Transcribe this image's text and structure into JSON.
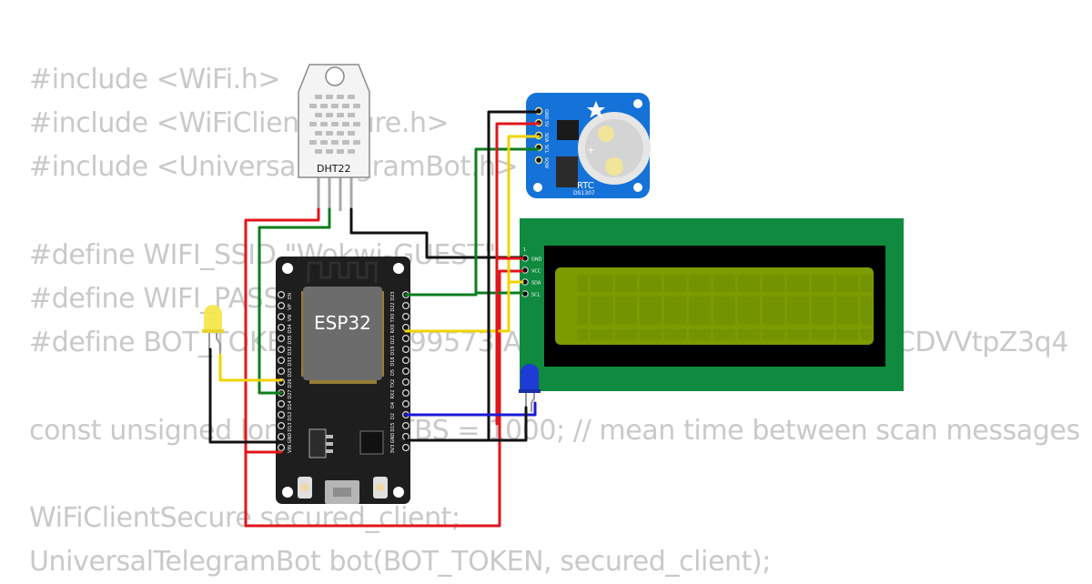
{
  "code_lines": [
    "#include <WiFi.h>",
    "#include <WiFiClientSecure.h>",
    "#include <UniversalTelegramBot.h>",
    "",
    "#define WIFI_SSID \"Wokwi-GUEST\"",
    "#define WIFI_PASSWORD \"\"",
    "#define BOT_TOKEN \"6189199573:AAEOrVQOG1l5hNmZbtsZm7CDVVtpZ3q4",
    "",
    "const unsigned long BOT_MTBS = 1000; // mean time between scan messages",
    "",
    "WiFiClientSecure secured_client;",
    "UniversalTelegramBot bot(BOT_TOKEN, secured_client);"
  ],
  "components": {
    "dht22": {
      "label": "DHT22"
    },
    "esp32": {
      "label": "ESP32",
      "left_pins": [
        "EN",
        "VP",
        "VN",
        "D34",
        "D35",
        "D32",
        "D33",
        "D25",
        "D26",
        "D27",
        "D14",
        "D12",
        "D13",
        "GND",
        "VIN"
      ],
      "right_pins": [
        "D23",
        "D22",
        "TX0",
        "RX0",
        "D21",
        "D19",
        "D18",
        "D5",
        "TX2",
        "RX2",
        "D4",
        "D2",
        "D15",
        "GND",
        "3V3"
      ]
    },
    "rtc": {
      "label": "RTC",
      "model": "DS1307",
      "pins": [
        "GND",
        "5V",
        "SDA",
        "SCL",
        "SQW"
      ],
      "plus_mark": "+"
    },
    "lcd": {
      "pin1_label": "1",
      "pins": [
        "GND",
        "VCC",
        "SDA",
        "SCL"
      ]
    },
    "led_yellow": {
      "color": "#f5e642"
    },
    "led_blue": {
      "color": "#1f3bd6"
    }
  },
  "colors": {
    "wire_red": "#e0161b",
    "wire_black": "#111111",
    "wire_green": "#0d7d1d",
    "wire_yellow": "#f0d400",
    "wire_blue": "#1a1ad8",
    "lcd_board": "#0f8a3e",
    "lcd_screen": "#7b9b00",
    "rtc_board": "#1572d8",
    "esp32_board": "#1e1e1e",
    "code_text": "#c9c9c9"
  }
}
